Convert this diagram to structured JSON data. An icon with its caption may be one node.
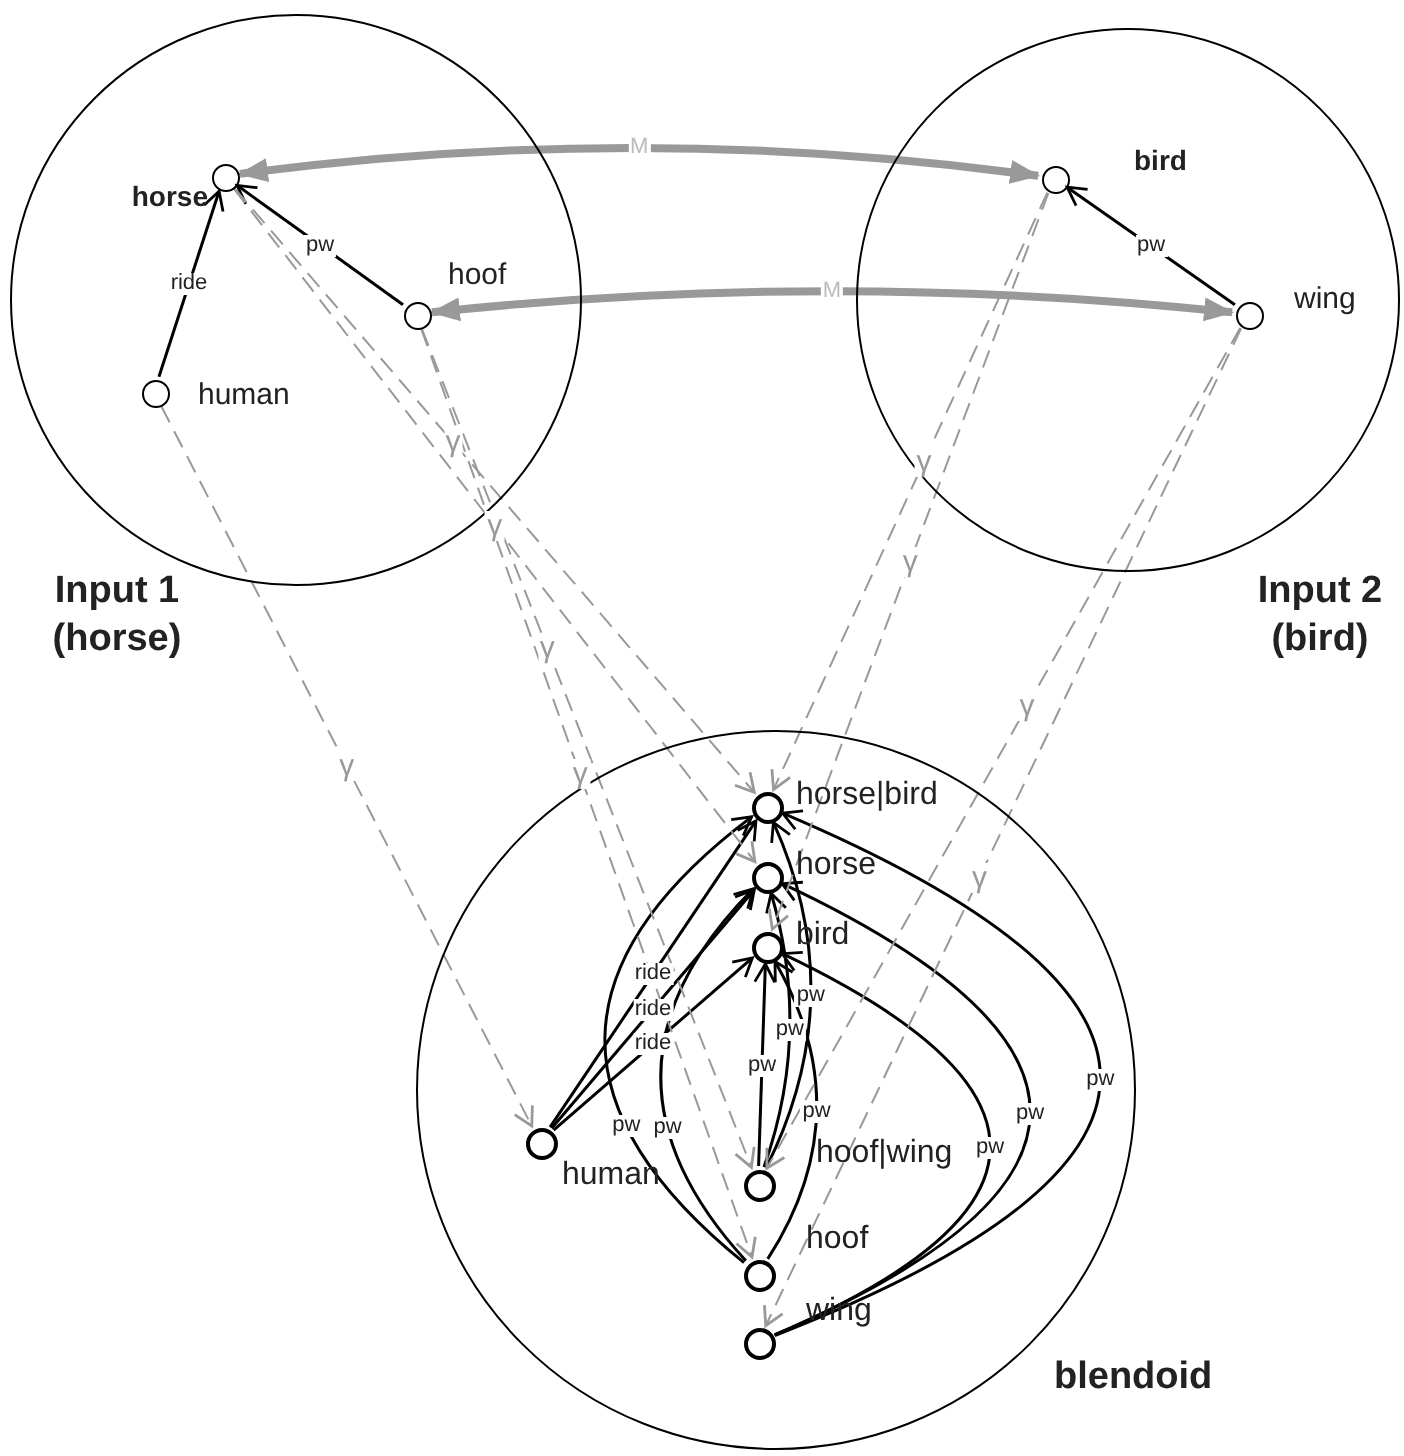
{
  "diagram": {
    "nodes": [
      {
        "text": [
          "Input 1 (horse)"
        ]
      },
      {
        "text": [
          "horse"
        ],
        "in": 0
      },
      {
        "text": [
          "hoof"
        ],
        "in": 0
      },
      {
        "text": [
          "human"
        ],
        "in": 0
      },
      {
        "text": [
          "Input 2 (bird)"
        ]
      },
      {
        "text": [
          "bird"
        ],
        "in": 4
      },
      {
        "text": [
          "wing"
        ],
        "in": 4
      },
      {
        "text": [
          "blendoid"
        ]
      },
      {
        "text": [
          "horse|bird"
        ],
        "in": 7
      },
      {
        "text": [
          "horse"
        ],
        "in": 7
      },
      {
        "text": [
          "bird"
        ],
        "in": 7
      },
      {
        "text": [
          "human"
        ],
        "in": 7
      },
      {
        "text": [
          "hoof|wing"
        ],
        "in": 7
      },
      {
        "text": [
          "hoof"
        ],
        "in": 7
      },
      {
        "text": [
          "wing"
        ],
        "in": 7
      }
    ],
    "edges": [
      {
        "from": 3,
        "to": 1,
        "arrow": "to",
        "label": "ride"
      },
      {
        "from": 2,
        "to": 1,
        "arrow": "to",
        "label": "pw"
      },
      {
        "from": 6,
        "to": 5,
        "arrow": "to",
        "label": "pw"
      },
      {
        "from": 1,
        "to": 5,
        "arrow": "both",
        "label": "M",
        "style": "thick",
        "color": "#999999"
      },
      {
        "from": 2,
        "to": 6,
        "arrow": "both",
        "label": "M",
        "style": "thick",
        "color": "#999999"
      },
      {
        "from": 11,
        "to": 8,
        "arrow": "to",
        "label": "ride"
      },
      {
        "from": 11,
        "to": 9,
        "arrow": "to",
        "label": "ride"
      },
      {
        "from": 11,
        "to": 10,
        "arrow": "to",
        "label": "ride"
      },
      {
        "from": 12,
        "to": 8,
        "arrow": "to",
        "label": "pw"
      },
      {
        "from": 12,
        "to": 9,
        "arrow": "to",
        "label": "pw"
      },
      {
        "from": 12,
        "to": 10,
        "arrow": "to",
        "label": "pw"
      },
      {
        "from": 13,
        "to": 8,
        "arrow": "to",
        "label": "pw"
      },
      {
        "from": 13,
        "to": 9,
        "arrow": "to",
        "label": "pw"
      },
      {
        "from": 13,
        "to": 10,
        "arrow": "to",
        "label": "pw"
      },
      {
        "from": 14,
        "to": 8,
        "arrow": "to",
        "label": "pw"
      },
      {
        "from": 14,
        "to": 9,
        "arrow": "to",
        "label": "pw"
      },
      {
        "from": 14,
        "to": 10,
        "arrow": "to",
        "label": "pw"
      },
      {
        "from": 1,
        "to": 8,
        "arrow": "to",
        "label": "γ",
        "style": "dashed",
        "color": "#999999"
      },
      {
        "from": 1,
        "to": 9,
        "arrow": "to",
        "label": "γ",
        "style": "dashed",
        "color": "#999999"
      },
      {
        "from": 5,
        "to": 8,
        "arrow": "to",
        "label": "γ",
        "style": "dashed",
        "color": "#999999"
      },
      {
        "from": 5,
        "to": 10,
        "arrow": "to",
        "label": "γ",
        "style": "dashed",
        "color": "#999999"
      },
      {
        "from": 3,
        "to": 11,
        "arrow": "to",
        "label": "γ",
        "style": "dashed",
        "color": "#999999"
      },
      {
        "from": 2,
        "to": 12,
        "arrow": "to",
        "label": "γ",
        "style": "dashed",
        "color": "#999999"
      },
      {
        "from": 2,
        "to": 13,
        "arrow": "to",
        "label": "γ",
        "style": "dashed",
        "color": "#999999"
      },
      {
        "from": 6,
        "to": 12,
        "arrow": "to",
        "label": "γ",
        "style": "dashed",
        "color": "#999999"
      },
      {
        "from": 6,
        "to": 14,
        "arrow": "to",
        "label": "γ",
        "style": "dashed",
        "color": "#999999"
      }
    ]
  }
}
